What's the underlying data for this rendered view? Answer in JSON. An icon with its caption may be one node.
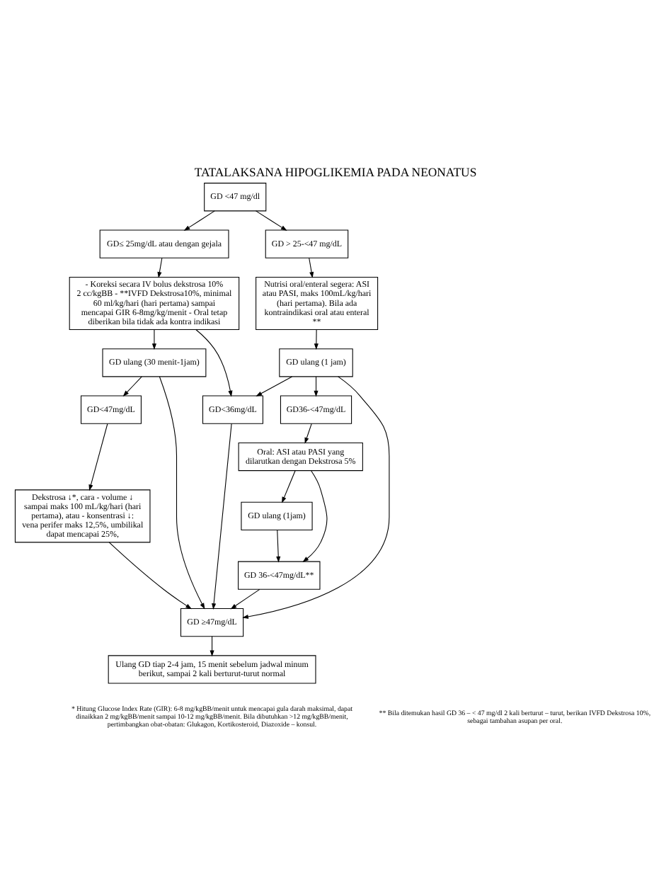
{
  "diagram": {
    "title": "TATALAKSANA HIPOGLIKEMIA PADA NEONATUS",
    "nodes": [
      {
        "text": [
          "GD <47 mg/dl"
        ]
      },
      {
        "text": [
          "GD≤ 25mg/dL atau dengan gejala"
        ]
      },
      {
        "text": [
          "GD > 25-<47 mg/dL"
        ]
      },
      {
        "text": [
          "- Koreksi secara IV bolus dekstrosa 10% 2 cc/kgBB - **IVFD Dekstrosa10%, minimal 60 ml/kg/hari (hari pertama) sampai mencapai GIR 6-8mg/kg/menit - Oral tetap diberikan bila tidak ada kontra indikasi"
        ]
      },
      {
        "text": [
          "Nutrisi oral/enteral segera: ASI atau PASI, maks 100mL/kg/hari (hari pertama). Bila ada kontraindikasi oral atau enteral **"
        ]
      },
      {
        "text": [
          "GD ulang (30 menit-1jam)"
        ]
      },
      {
        "text": [
          "GD ulang (1 jam)"
        ]
      },
      {
        "text": [
          "GD<47mg/dL"
        ]
      },
      {
        "text": [
          "GD<36mg/dL"
        ]
      },
      {
        "text": [
          "GD36-<47mg/dL"
        ]
      },
      {
        "text": [
          "Dekstrosa ↓*, cara - volume ↓ sampai maks 100 mL/kg/hari (hari pertama), atau - konsentrasi ↓: vena perifer maks 12,5%, umbilikal dapat mencapai 25%,"
        ]
      },
      {
        "text": [
          "Oral: ASI atau PASI yang dilarutkan dengan Dekstrosa 5%"
        ]
      },
      {
        "text": [
          "GD ulang (1jam)"
        ]
      },
      {
        "text": [
          "GD 36-<47mg/dL**"
        ]
      },
      {
        "text": [
          "GD ≥47mg/dL"
        ]
      },
      {
        "text": [
          "Ulang GD tiap 2-4 jam, 15 menit sebelum jadwal minum berikut, sampai 2 kali berturut-turut normal"
        ]
      }
    ],
    "edges": [
      {
        "from": 0,
        "to": 1,
        "arrow": "to"
      },
      {
        "from": 0,
        "to": 2,
        "arrow": "to"
      },
      {
        "from": 1,
        "to": 3,
        "arrow": "to"
      },
      {
        "from": 2,
        "to": 4,
        "arrow": "to"
      },
      {
        "from": 3,
        "to": 5,
        "arrow": "to"
      },
      {
        "from": 3,
        "to": 8,
        "arrow": "to"
      },
      {
        "from": 4,
        "to": 6,
        "arrow": "to"
      },
      {
        "from": 5,
        "to": 7,
        "arrow": "to"
      },
      {
        "from": 5,
        "to": 14,
        "arrow": "to"
      },
      {
        "from": 6,
        "to": 8,
        "arrow": "to"
      },
      {
        "from": 6,
        "to": 9,
        "arrow": "to"
      },
      {
        "from": 6,
        "to": 14,
        "arrow": "to"
      },
      {
        "from": 7,
        "to": 10,
        "arrow": "to"
      },
      {
        "from": 9,
        "to": 11,
        "arrow": "to"
      },
      {
        "from": 8,
        "to": 14,
        "arrow": "to"
      },
      {
        "from": 11,
        "to": 12,
        "arrow": "to"
      },
      {
        "from": 11,
        "to": 13,
        "arrow": "to"
      },
      {
        "from": 12,
        "to": 13,
        "arrow": "to"
      },
      {
        "from": 10,
        "to": 14,
        "arrow": "to"
      },
      {
        "from": 13,
        "to": 14,
        "arrow": "to"
      },
      {
        "from": 14,
        "to": 15,
        "arrow": "to"
      }
    ],
    "labels": [
      "* Hitung Glucose Index Rate (GIR): 6-8 mg/kgBB/menit untuk mencapai gula darah maksimal, dapat dinaikkan 2 mg/kgBB/menit sampai 10-12 mg/kgBB/menit. Bila dibutuhkan >12 mg/kgBB/menit, pertimbangkan obat-obatan: Glukagon, Kortikosteroid, Diazoxide – konsul.",
      "** Bila ditemukan hasil GD 36 – < 47 mg/dl 2 kali berturut – turut, berikan IVFD Dekstrosa 10%, sebagai tambahan asupan per oral."
    ]
  }
}
